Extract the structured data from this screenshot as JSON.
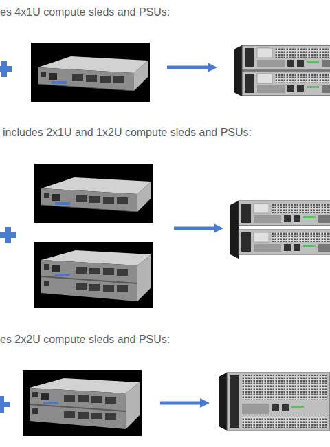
{
  "diagram": {
    "labels": [
      "es 4x1U compute sleds and PSUs:",
      "includes 2x1U and 1x2U compute sleds and PSUs:",
      "es 2x2U compute sleds and PSUs:"
    ]
  }
}
